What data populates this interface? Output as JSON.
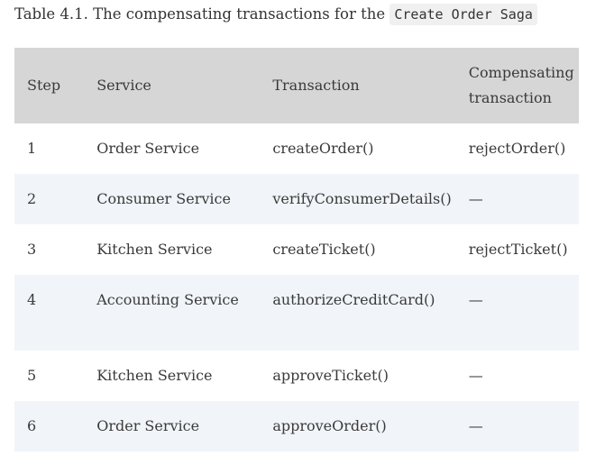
{
  "caption": {
    "prefix": "Table 4.1. The compensating transactions for the ",
    "code": "Create Order Saga"
  },
  "table": {
    "headers": {
      "step": "Step",
      "service": "Service",
      "transaction": "Transaction",
      "compensating": "Compensating transaction"
    },
    "rows": [
      {
        "step": "1",
        "service": "Order Service",
        "transaction": "createOrder()",
        "compensating": "rejectOrder()"
      },
      {
        "step": "2",
        "service": "Consumer Service",
        "transaction": "verifyConsumerDetails()",
        "compensating": "—"
      },
      {
        "step": "3",
        "service": "Kitchen Service",
        "transaction": "createTicket()",
        "compensating": "rejectTicket()"
      },
      {
        "step": "4",
        "service": "Accounting Service",
        "transaction": "authorizeCreditCard()",
        "compensating": "—"
      },
      {
        "step": "5",
        "service": "Kitchen Service",
        "transaction": "approveTicket()",
        "compensating": "—"
      },
      {
        "step": "6",
        "service": "Order Service",
        "transaction": "approveOrder()",
        "compensating": "—"
      }
    ]
  }
}
